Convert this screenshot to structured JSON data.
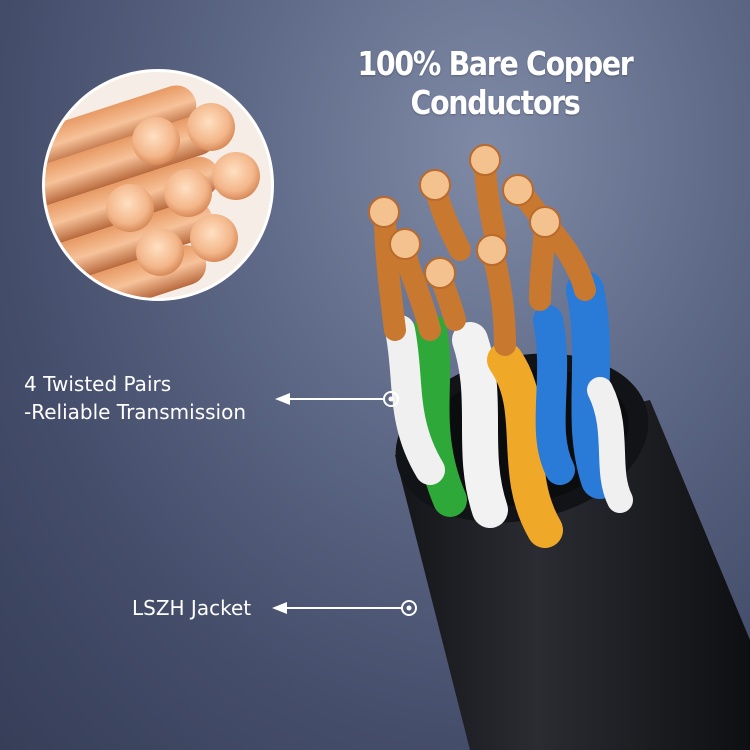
{
  "title": "100% Bare Copper Conductors",
  "callouts": {
    "pairs_line1": "4 Twisted Pairs",
    "pairs_line2": "-Reliable Transmission",
    "jacket": "LSZH Jacket"
  },
  "colors": {
    "background": "#5f6a88",
    "copper": "#e8a070",
    "jacket": "#1c1d21",
    "pair_green": "#2fa83a",
    "pair_orange": "#f0a828",
    "pair_blue": "#2a7ad8",
    "pair_white": "#f2f2f2"
  },
  "icons": [
    "copper-strand-closeup",
    "ethernet-cable",
    "callout-target-icon",
    "arrowhead-icon"
  ]
}
